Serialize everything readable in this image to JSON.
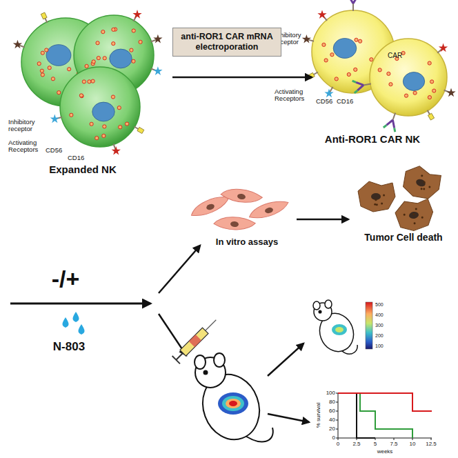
{
  "diagram": {
    "nodes": [
      {
        "text": [
          "anti-ROR1 CAR mRNA electroporation"
        ]
      }
    ],
    "labels": [
      "Inhibitory receptor",
      "Activating Receptors",
      "CD56",
      "CD16",
      "Expanded NK",
      "CAR",
      "Inhibitory receptor",
      "Activating Receptors",
      "CD56",
      "CD16",
      "Anti-ROR1 CAR NK",
      "-/+",
      "N-803",
      "In vitro assays",
      "Tumor Cell death",
      "500",
      "400",
      "300",
      "200",
      "100",
      "100",
      "80",
      "60",
      "40",
      "20",
      "0",
      "% survival",
      "0",
      "2.5",
      "5",
      "7.5",
      "10",
      "12.5",
      "weeks"
    ]
  }
}
